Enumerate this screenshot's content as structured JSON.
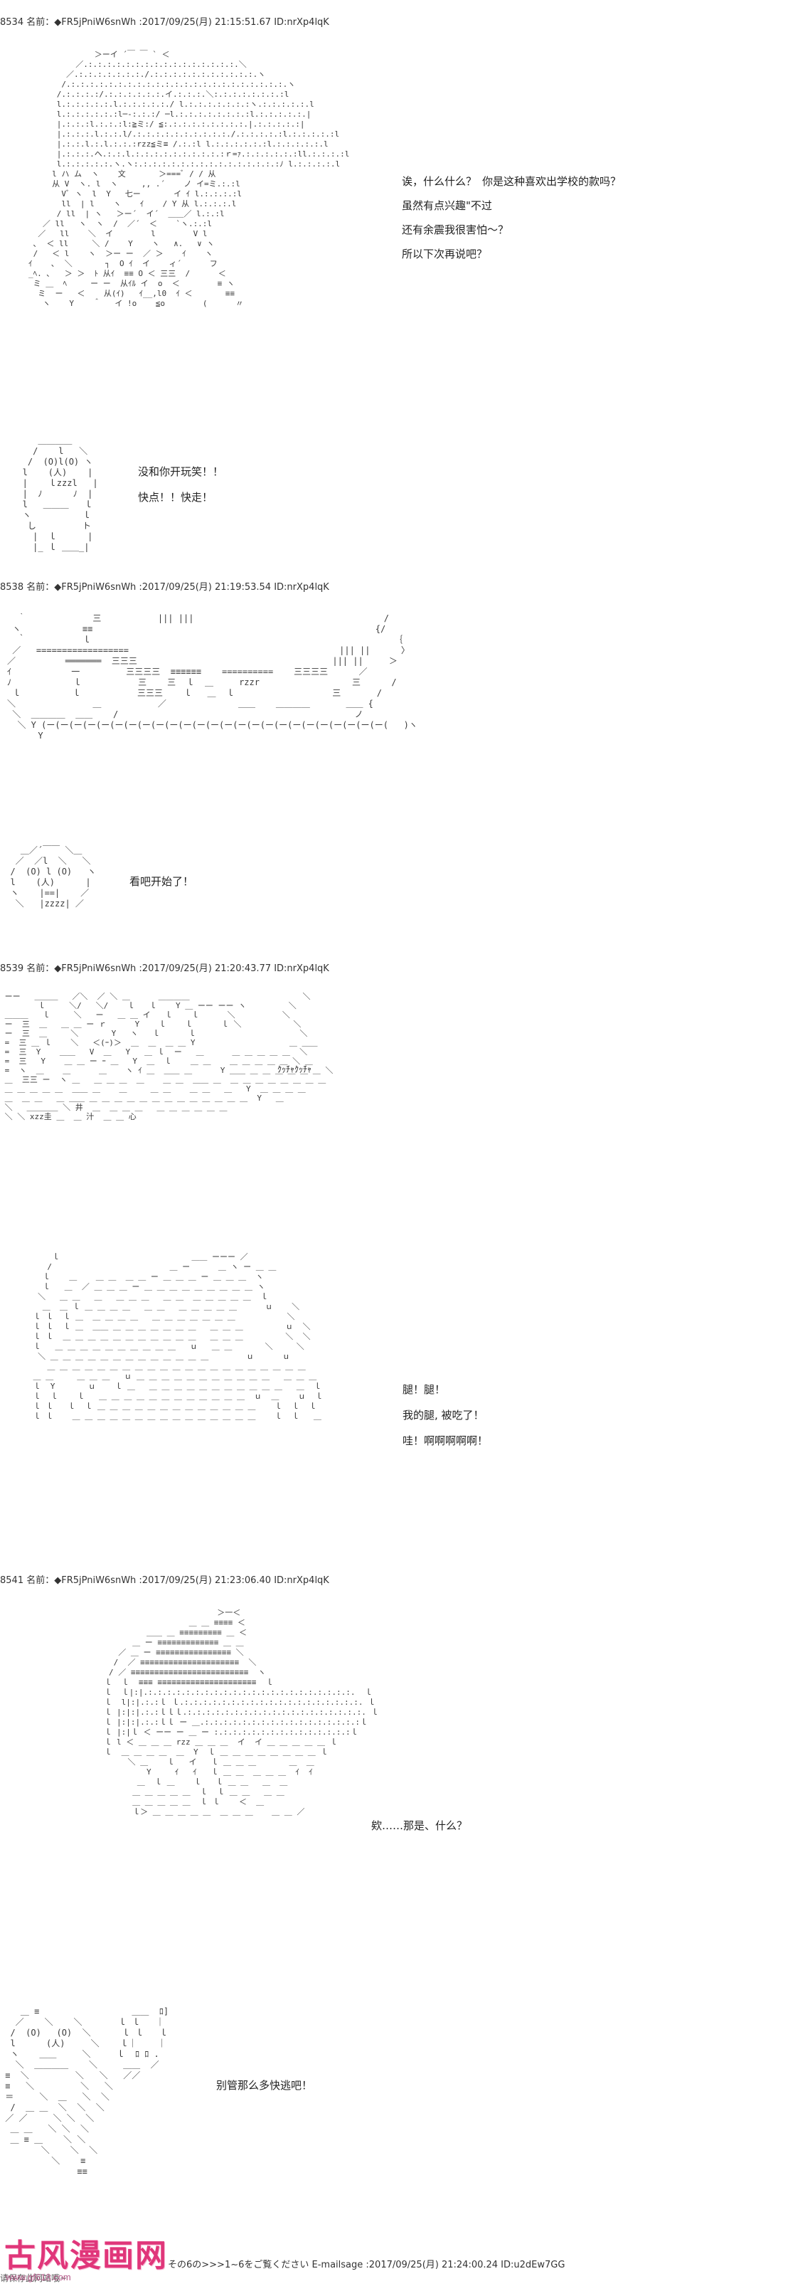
{
  "posts": [
    {
      "header": "8534 名前：◆FR5jPniW6snWh :2017/09/25(月) 21:15:51.67 ID:nrXp4lqK",
      "dialog_top": [
        "诶，什么什么？",
        "你是这种喜欢出学校的款吗？",
        "虽然有点兴趣\"不过",
        "还有余震我很害怕～？",
        "所以下次再说吧？"
      ],
      "dialog_bottom": [
        "没和你开玩笑！！",
        "快点！！快走！"
      ]
    },
    {
      "header": "8538 名前：◆FR5jPniW6snWh :2017/09/25(月) 21:19:53.54 ID:nrXp4lqK",
      "dialog_bottom": [
        "看吧开始了！"
      ]
    },
    {
      "header": "8539 名前：◆FR5jPniW6snWh :2017/09/25(月) 21:20:43.77 ID:nrXp4lqK",
      "sfx": "ｸｯﾁｬｸｯﾁｬ",
      "dialog_bottom": [
        "腿！腿！",
        "我的腿, 被吃了！",
        "哇！啊啊啊啊啊！"
      ]
    },
    {
      "header": "8541 名前：◆FR5jPniW6snWh :2017/09/25(月) 21:23:06.40 ID:nrXp4lqK",
      "dialog_top": [
        "欸……那是、什么？"
      ],
      "dialog_bottom": [
        "别管那么多快逃吧！"
      ]
    }
  ],
  "footer": {
    "logo": "古风漫画网",
    "url": "www.gf618.com",
    "note": "请保存此网站哦~",
    "mail_line": "その6の>>>1~6をご覧ください E-mailsage :2017/09/25(月) 21:24:00.24 ID:u2dEw7GG"
  }
}
